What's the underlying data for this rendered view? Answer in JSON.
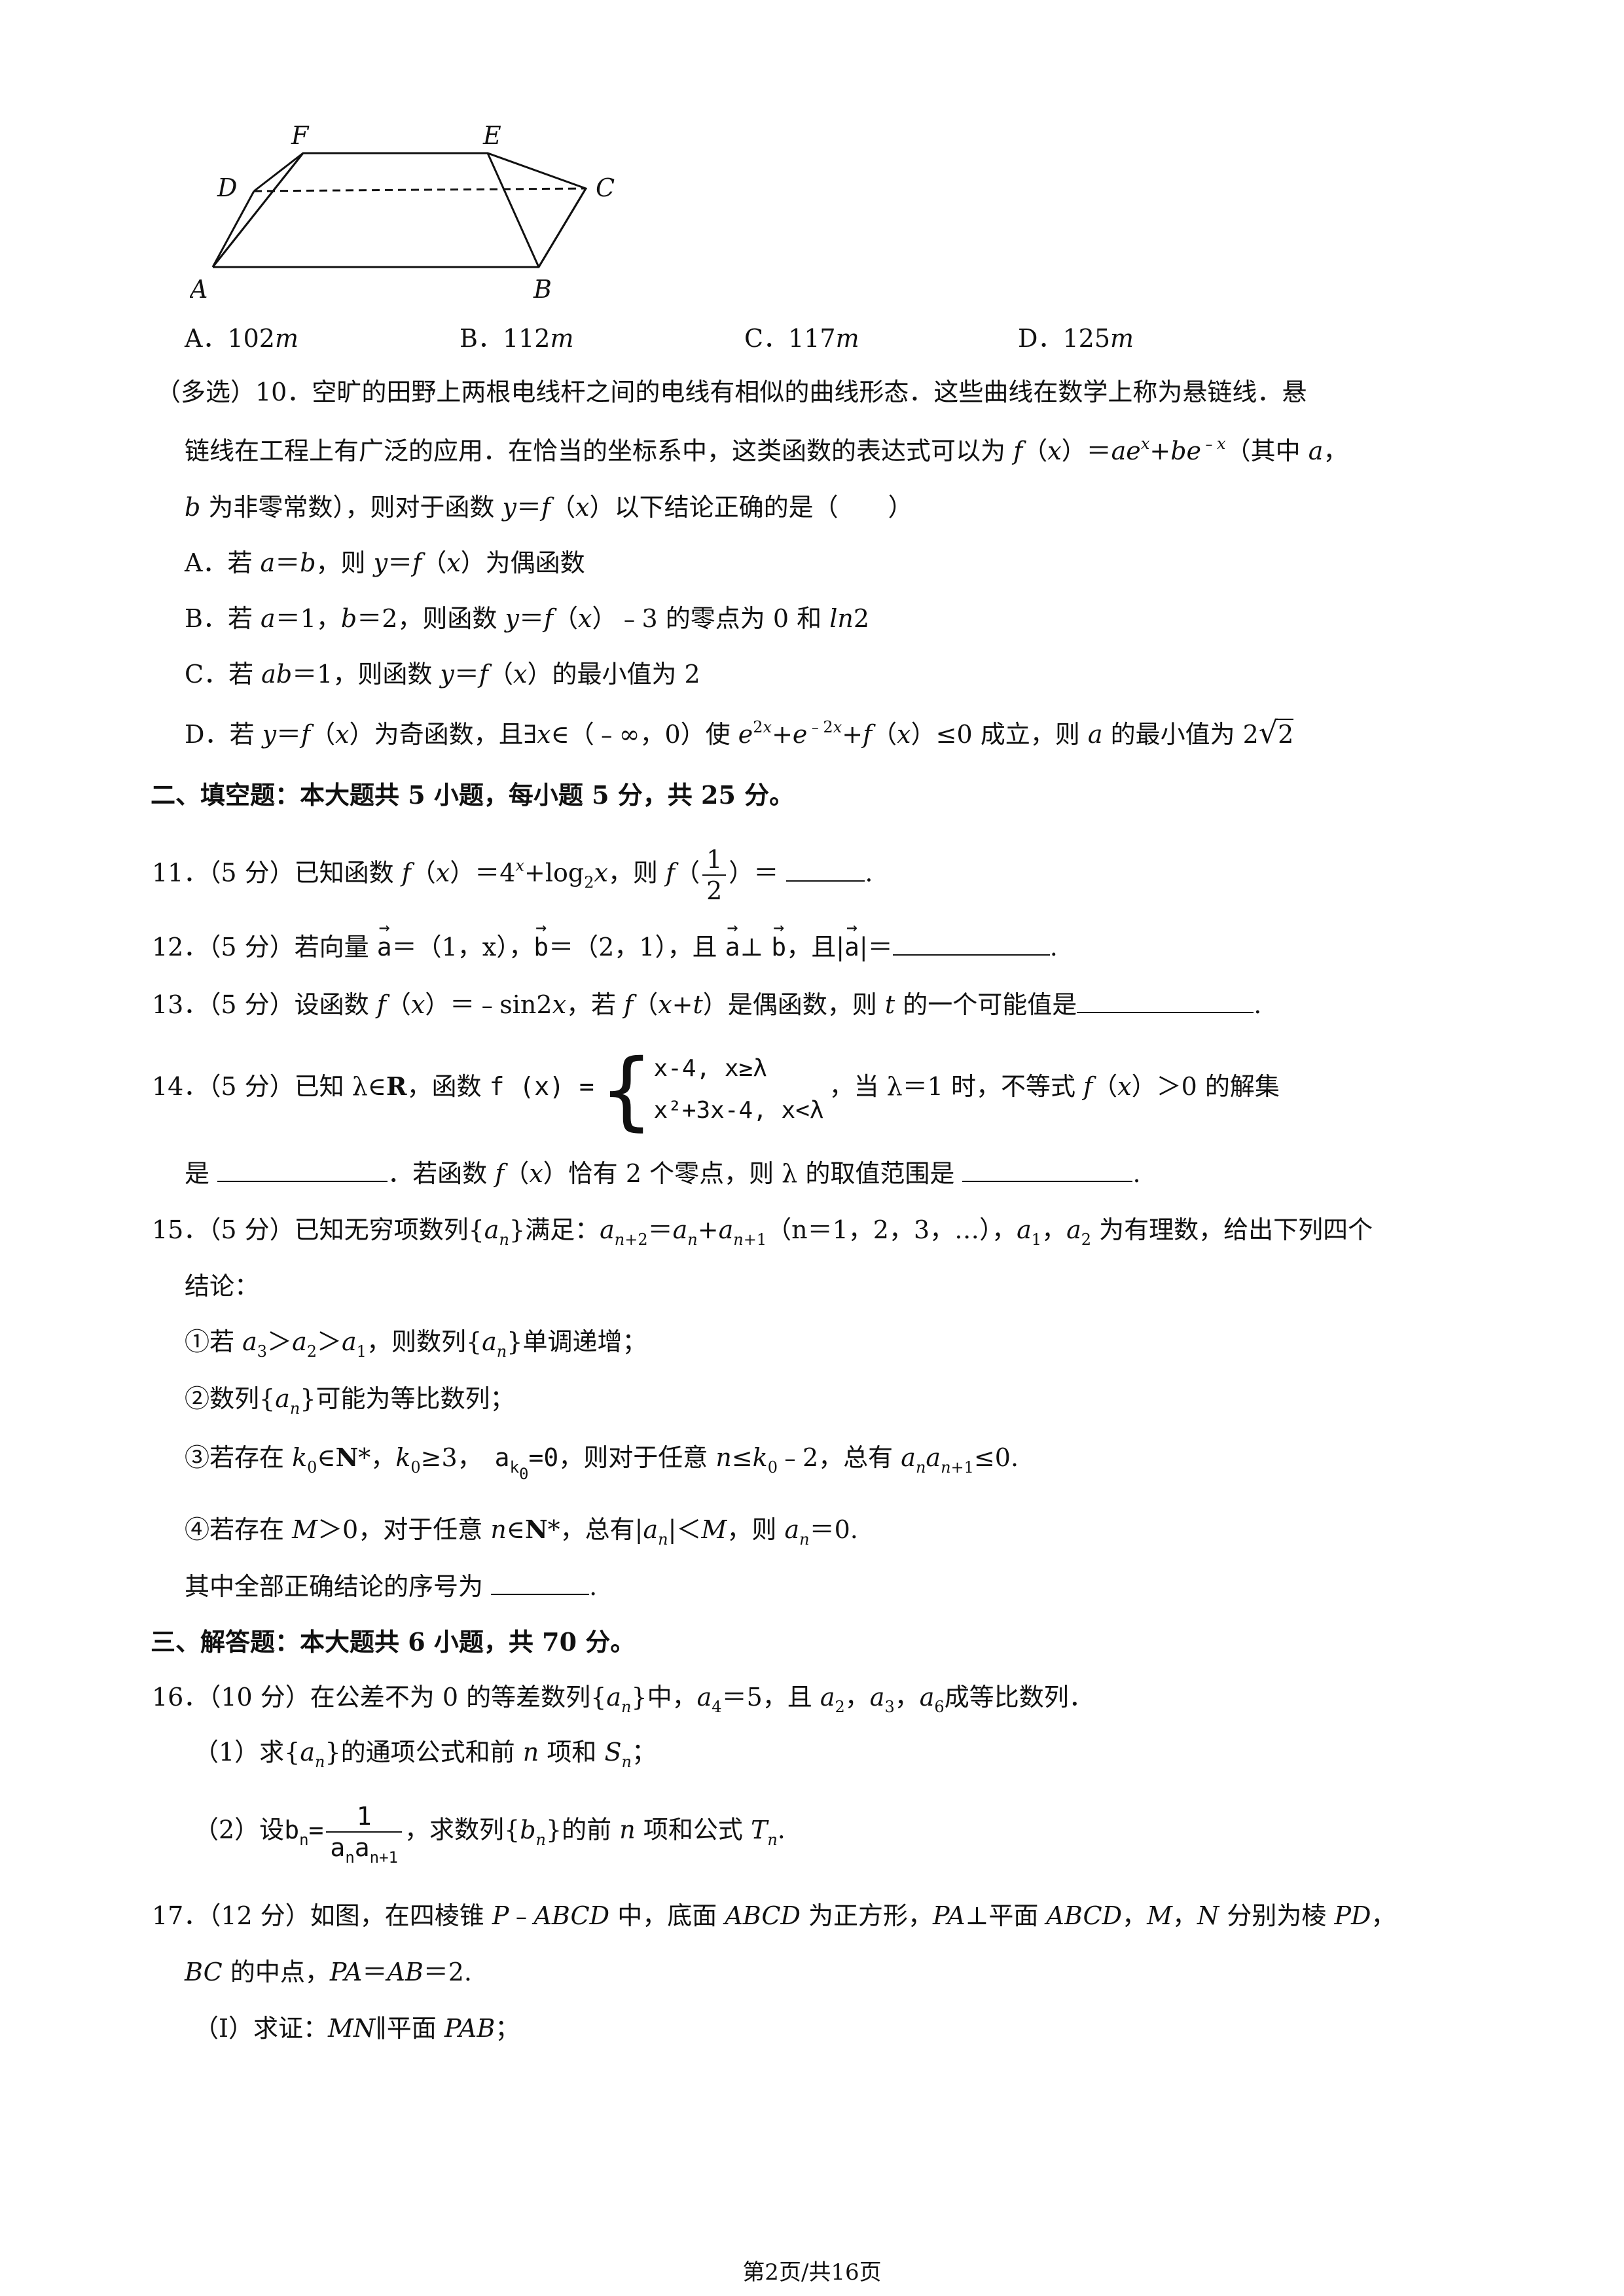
{
  "figure": {
    "labels": {
      "A": "A",
      "B": "B",
      "C": "C",
      "D": "D",
      "E": "E",
      "F": "F"
    }
  },
  "q9_options": {
    "a": {
      "label": "A．",
      "value": "102",
      "unit": "m"
    },
    "b": {
      "label": "B．",
      "value": "112",
      "unit": "m"
    },
    "c": {
      "label": "C．",
      "value": "117",
      "unit": "m"
    },
    "d": {
      "label": "D．",
      "value": "125",
      "unit": "m"
    }
  },
  "q10": {
    "prefix": "（多选）10．空旷的田野上两根电线杆之间的电线有相似的曲线形态．这些曲线在数学上称为悬链线．悬",
    "line2_a": "链线在工程上有广泛的应用．在恰当的坐标系中，这类函数的表达式可以为",
    "line2_b": "（其中",
    "line3": "为非零常数），则对于函数",
    "line3_b": "以下结论正确的是（　　）",
    "optA": "A．若",
    "optA_tail": "为偶函数",
    "optB": "B．若",
    "optB_tail": "的零点为 0 和",
    "optC": "C．若",
    "optC_tail": "的最小值为 2",
    "optD": "D．若",
    "optD_mid": "为奇函数，且∃",
    "optD_mid2": "（﹣∞，0）使",
    "optD_tail": "≤0 成立，则",
    "optD_tail2": "的最小值为"
  },
  "section2": "二、填空题：本大题共 5 小题，每小题 5 分，共 25 分。",
  "q11": {
    "pre": "11．（5 分）已知函数",
    "mid": "，则",
    "num": "1",
    "den": "2",
    "post": "＝"
  },
  "q12": {
    "pre": "12．（5 分）若向量",
    "a": "a",
    "b": "b",
    "a_val": "＝（1，x），",
    "b_val": "＝（2，1），且",
    "perp": "⊥",
    "and": "，且|",
    "end": "|＝"
  },
  "q13": {
    "pre": "13．（5 分）设函数",
    "mid": "，若",
    "mid2": "是偶函数，则",
    "mid3": "的一个可能值是"
  },
  "q14": {
    "pre": "14．（5 分）已知 λ∈",
    "R": "R",
    "pre2": "，函数",
    "fx": "f (x) =",
    "row1": "x-4,  x≥λ",
    "row2": "x²+3x-4,  x<λ",
    "post": "，当 λ＝1 时，不等式",
    "post2": "＞0 的解集",
    "line2_a": "是",
    "line2_b": "．若函数",
    "line2_c": "恰有 2 个零点，则 λ 的取值范围是"
  },
  "q15": {
    "l1": "15．（5 分）已知无穷项数列{",
    "l1_b": "}满足：",
    "l1_c": "（n＝1，2，3，…），",
    "l1_d": "为有理数，给出下列四个",
    "l2": "结论：",
    "s1": "①若",
    "s1_b": "，则数列{",
    "s1_c": "}单调递增；",
    "s2": "②数列{",
    "s2_b": "}可能为等比数列；",
    "s3": "③若存在",
    "s3_b": "，",
    "s3_c": "≥3，",
    "s3_d": "，则对于任意",
    "s3_e": "，总有",
    "s3_f": "≤0.",
    "s4": "④若存在",
    "s4_b": "＞0，对于任意",
    "s4_c": "，总有|",
    "s4_d": "|＜",
    "s4_e": "，则",
    "s4_f": "＝0.",
    "end": "其中全部正确结论的序号为"
  },
  "section3": "三、解答题：本大题共 6 小题，共 70 分。",
  "q16": {
    "l1": "16．（10 分）在公差不为 0 的等差数列{",
    "l1_b": "}中，",
    "l1_c": "＝5，且",
    "l1_d": "成等比数列．",
    "p1": "（1）求{",
    "p1_b": "}的通项公式和前",
    "p1_c": "项和",
    "p2": "（2）设",
    "p2_b": "，求数列{",
    "p2_c": "}的前",
    "p2_d": "项和公式"
  },
  "q17": {
    "l1": "17．（12 分）如图，在四棱锥",
    "l1_b": "中，底面",
    "l1_c": "为正方形，",
    "l1_d": "⊥平面",
    "l1_e": "分别为棱",
    "l2": "的中点，",
    "p1": "（Ⅰ）求证：",
    "p1_b": "∥平面"
  },
  "footer": "第2页/共16页"
}
